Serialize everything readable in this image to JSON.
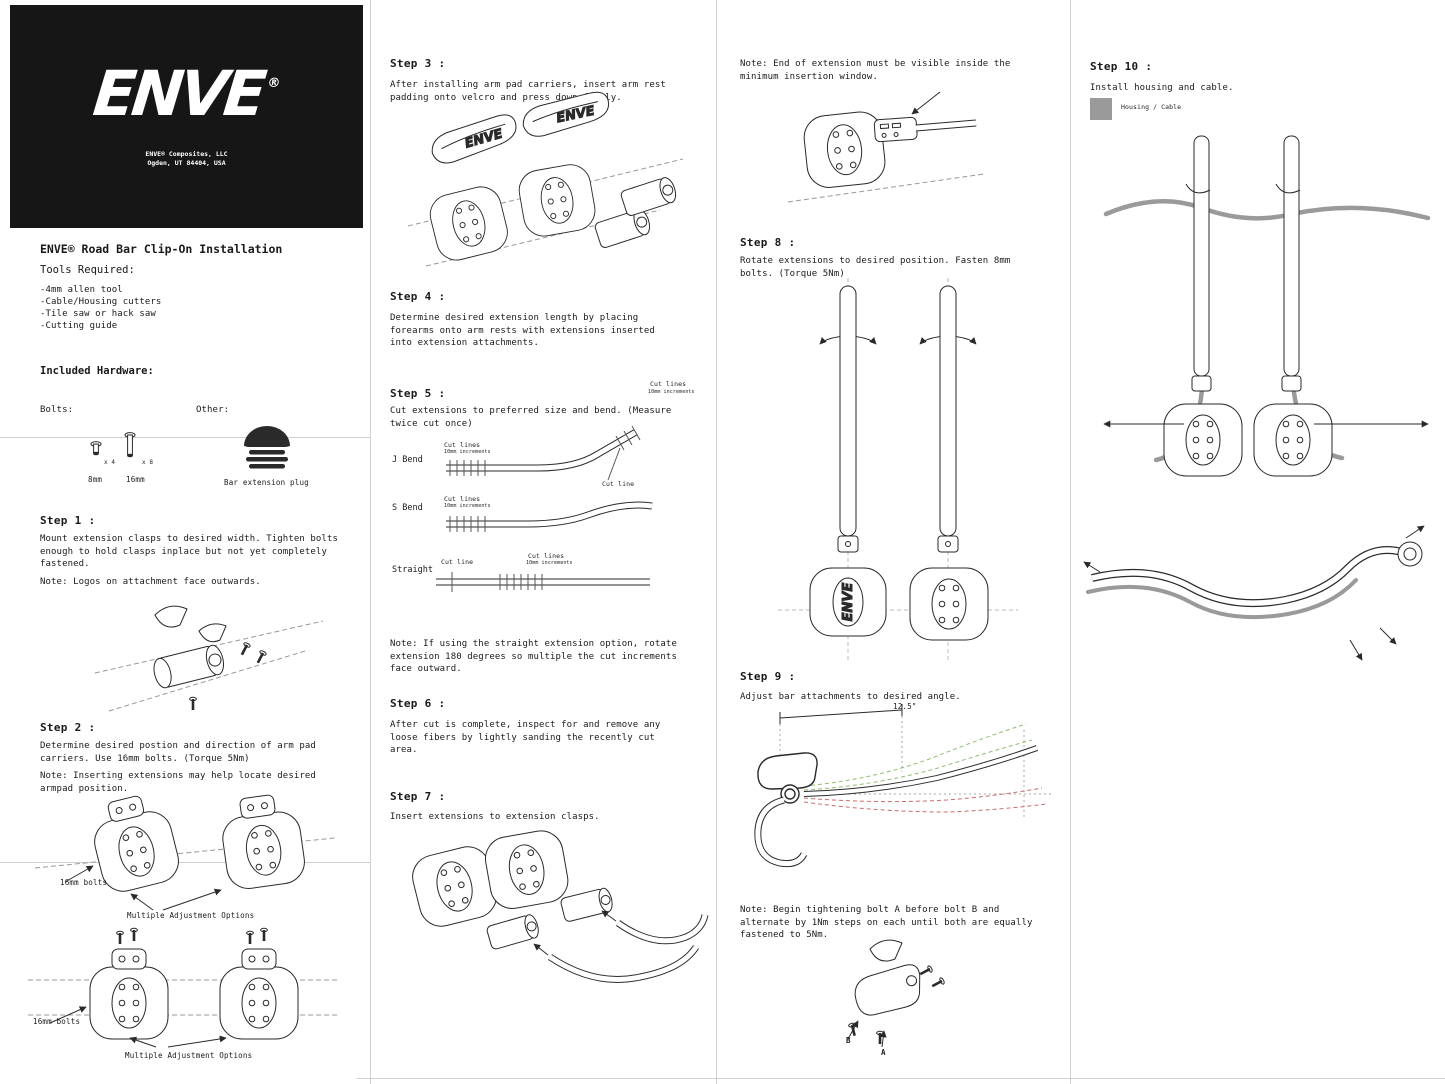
{
  "colors": {
    "paper": "#ffffff",
    "ink": "#1a1a1a",
    "grid_line": "#cfcfcf",
    "cable_gray": "#9a9a9a",
    "ghost_green": "#8fbf6f",
    "ghost_red": "#cc6b6b"
  },
  "header": {
    "logo": "ENVE",
    "logo_reg": "®",
    "company_line1": "ENVE® Composites, LLC",
    "company_line2": "Ogden, UT 84404, USA"
  },
  "intro": {
    "title": "ENVE® Road Bar Clip-On Installation",
    "tools_heading": "Tools Required:",
    "tools": [
      "-4mm allen tool",
      "-Cable/Housing cutters",
      "-Tile saw or hack saw",
      "-Cutting guide"
    ],
    "hardware_heading": "Included Hardware:",
    "bolts_label": "Bolts:",
    "other_label": "Other:",
    "bolt_8mm_qty": "x 4",
    "bolt_8mm_label": "8mm",
    "bolt_16mm_qty": "x 8",
    "bolt_16mm_label": "16mm",
    "plug_label": "Bar extension plug"
  },
  "step1": {
    "heading": "Step 1 :",
    "body": "Mount extension clasps to desired width. Tighten bolts enough to hold clasps inplace but not yet completely fastened.",
    "note": "Note: Logos on attachment face outwards."
  },
  "step2": {
    "heading": "Step 2 :",
    "body": "Determine desired postion and direction of arm pad carriers. Use 16mm bolts. (Torque 5Nm)",
    "note": "Note: Inserting extensions may help locate desired armpad position.",
    "bolt_label": "16mm bolts",
    "options_label": "Multiple Adjustment Options"
  },
  "step3": {
    "heading": "Step 3 :",
    "body": "After installing arm pad carriers, insert arm rest padding onto velcro and press down firmly."
  },
  "step4": {
    "heading": "Step 4 :",
    "body": "Determine desired extension length by placing forearms onto arm rests with extensions inserted into extension attachments."
  },
  "step5": {
    "heading": "Step 5 :",
    "body": "Cut extensions to preferred size and bend. (Measure twice cut once)",
    "cut_lines": "Cut lines",
    "increments": "10mm increments",
    "cut_line": "Cut line",
    "j_bend": "J Bend",
    "s_bend": "S Bend",
    "straight": "Straight",
    "note": "Note: If using the straight extension option, rotate extension 180 degrees so multiple the cut increments face outward."
  },
  "step6": {
    "heading": "Step 6 :",
    "body": "After cut is complete, inspect for and remove any loose fibers by lightly sanding the recently cut area."
  },
  "step7": {
    "heading": "Step 7 :",
    "body": "Insert extensions to extension clasps."
  },
  "col3_note": "Note: End of extension must be visible inside the minimum insertion window.",
  "step8": {
    "heading": "Step 8 :",
    "body": "Rotate extensions to desired position. Fasten 8mm bolts. (Torque 5Nm)"
  },
  "step9": {
    "heading": "Step 9 :",
    "body": "Adjust bar attachments to desired angle.",
    "dim_label": "12.5\"",
    "note": "Note: Begin tightening bolt A before bolt B and alternate by 1Nm steps on each until both are equally fastened to 5Nm.",
    "bolt_b": "B",
    "bolt_a": "A"
  },
  "step10": {
    "heading": "Step 10 :",
    "body": "Install housing and cable.",
    "legend": "Housing / Cable"
  }
}
